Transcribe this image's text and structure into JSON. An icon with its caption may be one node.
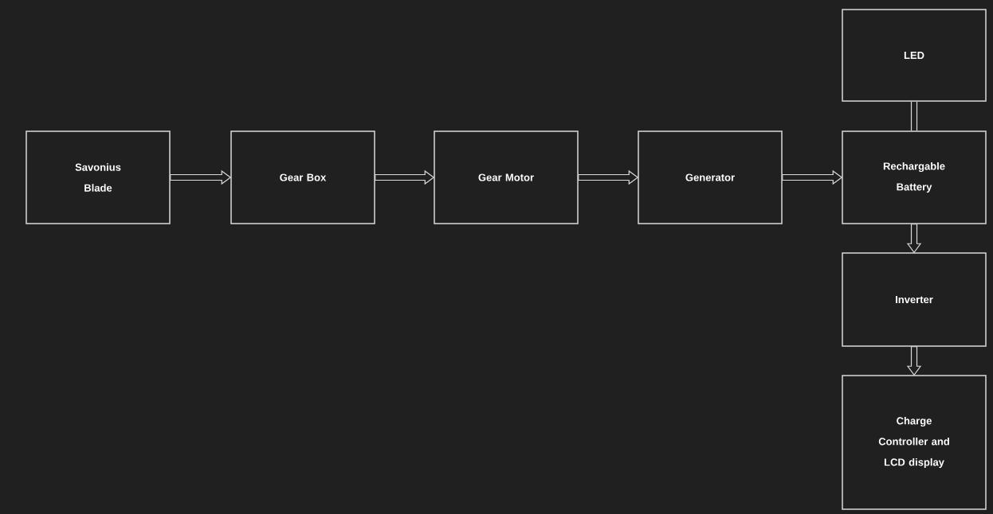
{
  "diagram": {
    "nodes": [
      {
        "text": [
          "Savonius Blade"
        ]
      },
      {
        "text": [
          "Gear Box"
        ]
      },
      {
        "text": [
          "Gear Motor"
        ]
      },
      {
        "text": [
          "Generator"
        ]
      },
      {
        "text": [
          "LED"
        ]
      },
      {
        "text": [
          "Rechargable Battery"
        ]
      },
      {
        "text": [
          "Inverter"
        ]
      },
      {
        "text": [
          "Charge Controller and LCD display"
        ]
      }
    ],
    "edges": [
      {
        "from": 0,
        "to": 1,
        "arrow": "to"
      },
      {
        "from": 1,
        "to": 2,
        "arrow": "to"
      },
      {
        "from": 2,
        "to": 3,
        "arrow": "to"
      },
      {
        "from": 3,
        "to": 5,
        "arrow": "to"
      },
      {
        "from": 4,
        "to": 5,
        "arrow": "none"
      },
      {
        "from": 5,
        "to": 6,
        "arrow": "to"
      },
      {
        "from": 6,
        "to": 7,
        "arrow": "to"
      }
    ]
  }
}
